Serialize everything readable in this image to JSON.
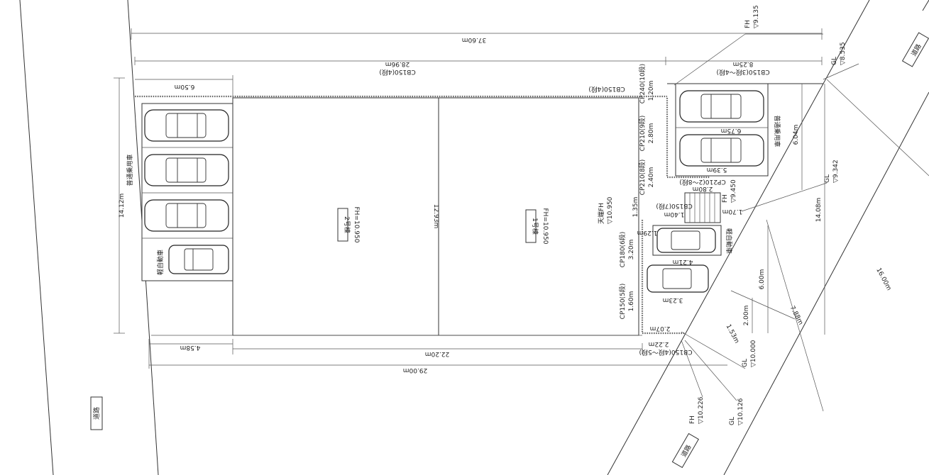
{
  "dimensions": {
    "total_length": "37.60m",
    "length_a": "28.96m",
    "length_b": "8.25m",
    "length_c": "6.50m",
    "length_d": "22.20m",
    "length_e": "4.58m",
    "length_f": "29.00m",
    "width_left": "14.12m",
    "width_center": "12.93m",
    "width_right": "14.08m",
    "slope_len": "16.00m",
    "slope_len2": "7.88m",
    "slope_len3": "1.53m",
    "d_6_04": "6.04m",
    "d_6_00": "6.00m",
    "d_2_00": "2.00m",
    "d_6_75": "6.75m",
    "d_5_39": "5.39m",
    "d_2_80": "2.80m",
    "d_1_40": "1.40m",
    "d_1_60": "1.60m",
    "d_4_21": "4.21m",
    "d_3_23": "3.23m",
    "d_2_07": "2.07m",
    "d_2_22": "2.22m",
    "d_1_35": "1.35m",
    "d_1_29": "1.29m",
    "d_1_70": "1.70m"
  },
  "walls": {
    "cb_top_left": "CB150(4段)",
    "cb_top_right": "CB150(3段～4段)",
    "cb_mid": "CB150(4段)",
    "cb_bottom": "CB150(4段～5段)",
    "cp240": "CP240(10段)",
    "cp240_h": "1.20m",
    "cp210a": "CP210(9段)",
    "cp210a_h": "2.80m",
    "cp210b": "CP210(8段)",
    "cp210b_h": "2.40m",
    "cp210c": "CP210(2～8段)",
    "cp180": "CP180(6段)",
    "cp180_h": "3.20m",
    "cp150": "CP150(5段)",
    "cp150_h": "1.60m",
    "cb150_7": "CB150(7段)"
  },
  "buildings": {
    "b2_name": "2号棟",
    "b2_fh": "FH=10.950",
    "b1_name": "1号棟",
    "b1_fh": "FH=10.950"
  },
  "parking": {
    "regular_left": "普通乗用車",
    "light_left": "軽自動車",
    "regular_right": "普通乗用車",
    "light_right": "軽自動車"
  },
  "levels": {
    "fh_top": "FH",
    "fh_top_val": "▽9.135",
    "gl_top": "GL",
    "gl_top_val": "▽8.535",
    "gl_mid": "GL",
    "gl_mid_val": "▽9.342",
    "fh_mid": "FH",
    "fh_mid_val": "▽9.450",
    "tenba": "天端FH",
    "tenba_val": "▽10.950",
    "gl_low": "GL",
    "gl_low_val": "▽10.000",
    "fh_bottom": "FH",
    "fh_bottom_val": "▽10.226",
    "gl_bottom": "GL",
    "gl_bottom_val": "▽10.126"
  },
  "roads": {
    "road_left": "道路",
    "road_bottom": "道路",
    "road_top_right": "道路"
  }
}
